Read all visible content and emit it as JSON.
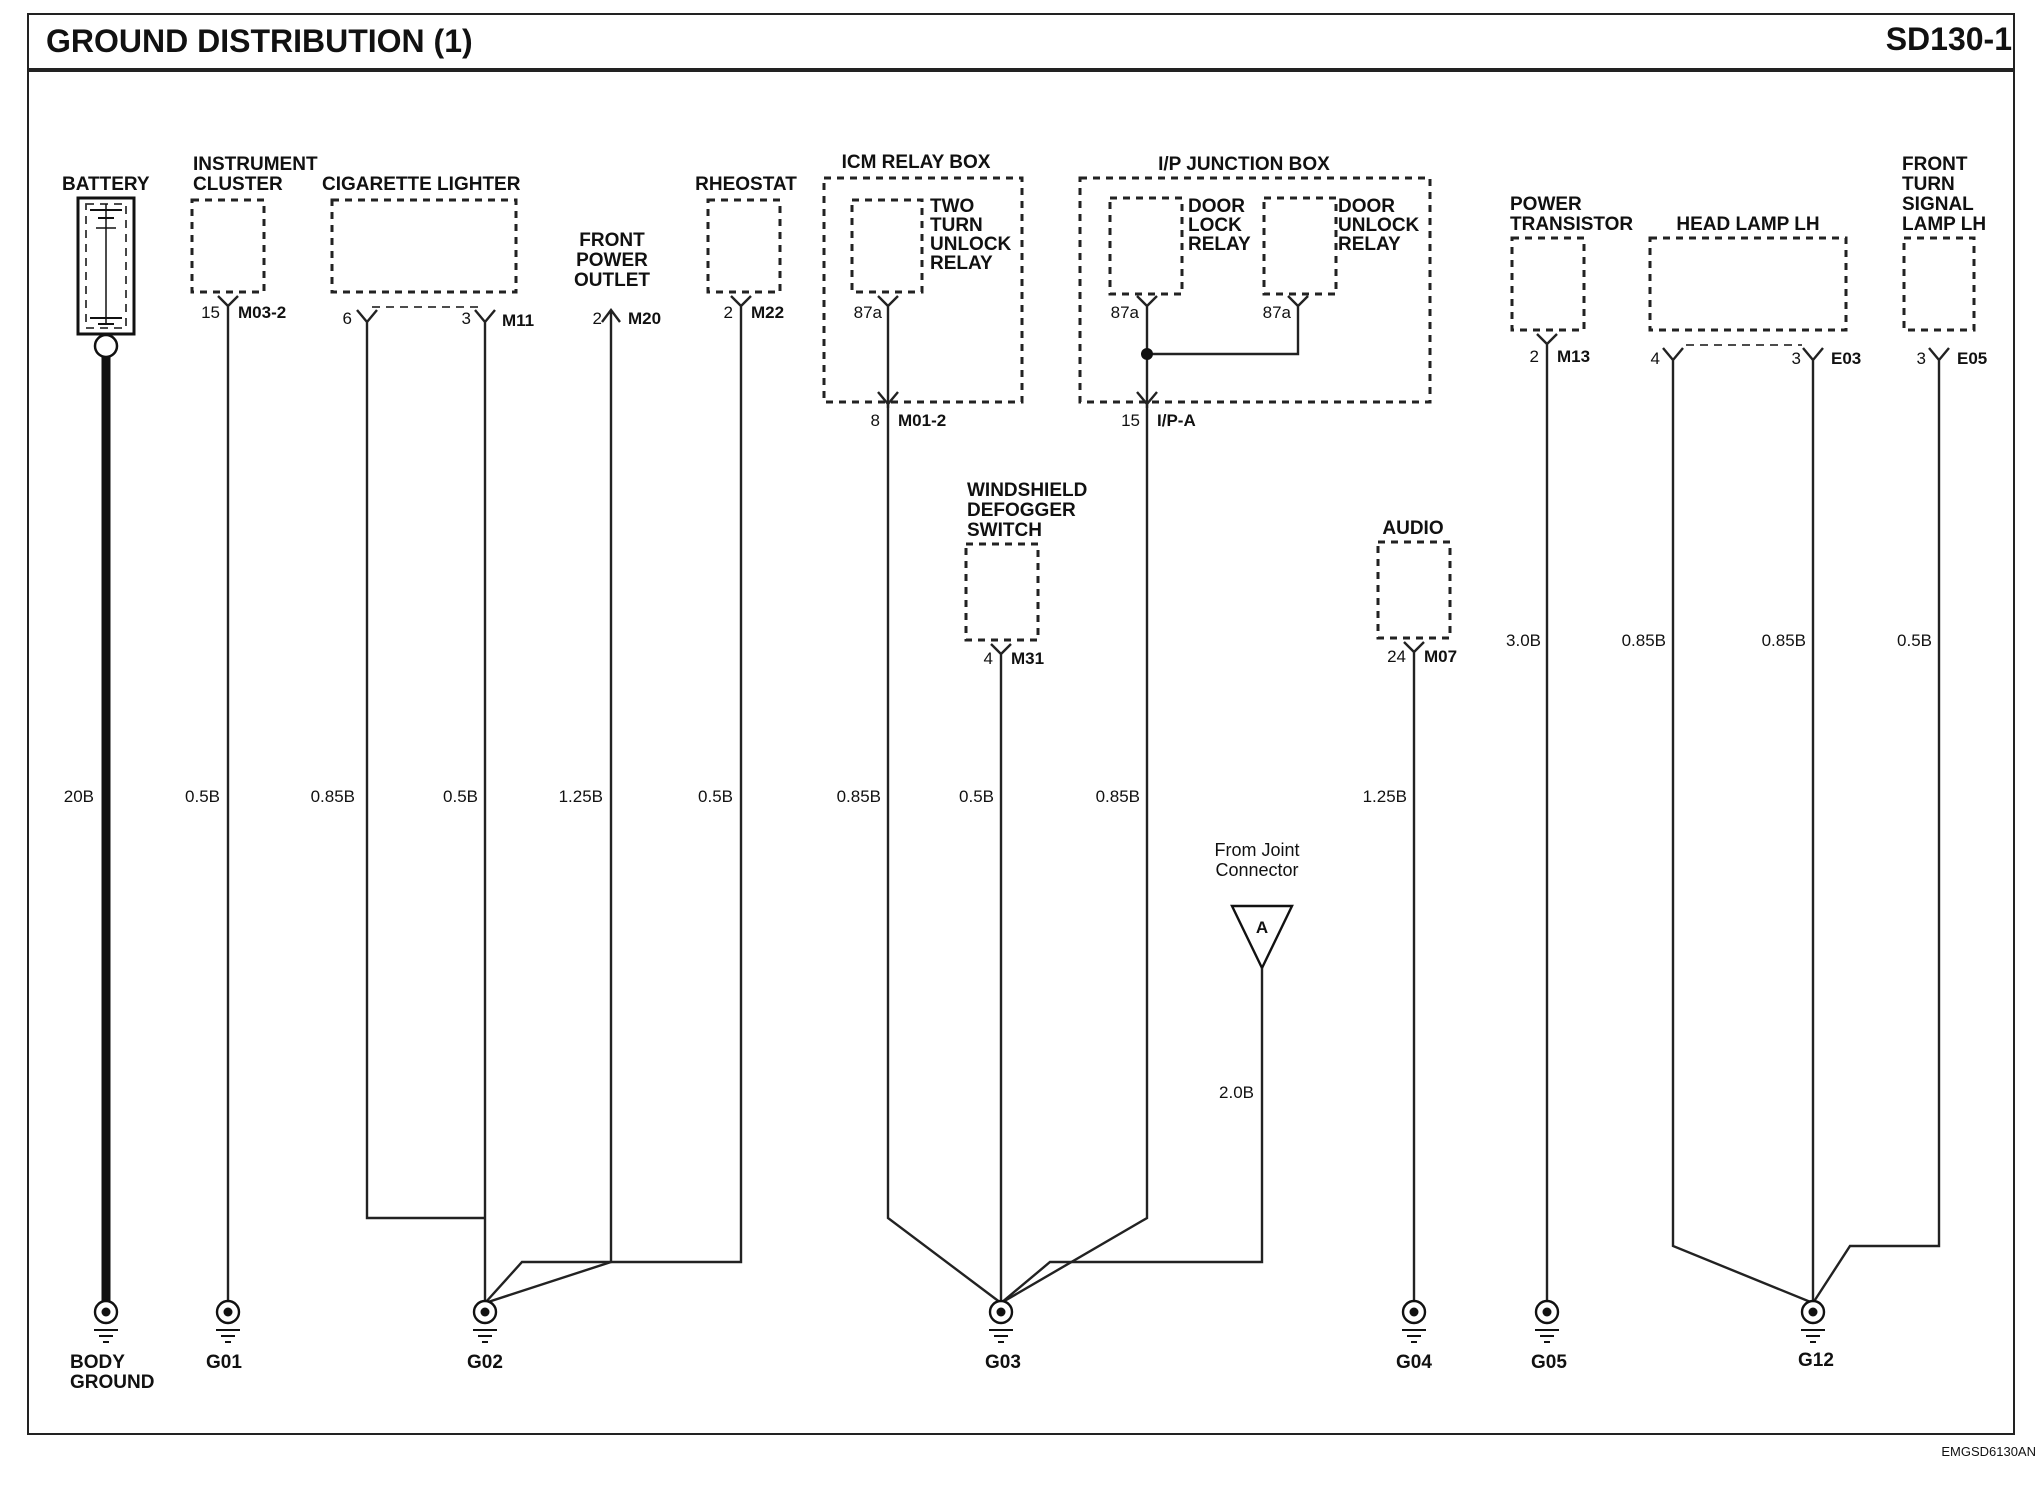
{
  "header": {
    "title": "GROUND DISTRIBUTION (1)",
    "page_code": "SD130-1"
  },
  "footer": {
    "ref_code": "EMGSD6130AN"
  },
  "components": {
    "battery": "BATTERY",
    "instrument_cluster": [
      "INSTRUMENT",
      "CLUSTER"
    ],
    "cigarette_lighter": "CIGARETTE LIGHTER",
    "front_power_outlet": [
      "FRONT",
      "POWER",
      "OUTLET"
    ],
    "rheostat": "RHEOSTAT",
    "icm_relay_box": "ICM RELAY BOX",
    "two_turn_unlock_relay": [
      "TWO",
      "TURN",
      "UNLOCK",
      "RELAY"
    ],
    "ip_junction_box": "I/P JUNCTION BOX",
    "door_lock_relay": [
      "DOOR",
      "LOCK",
      "RELAY"
    ],
    "door_unlock_relay": [
      "DOOR",
      "UNLOCK",
      "RELAY"
    ],
    "windshield_defogger_switch": [
      "WINDSHIELD",
      "DEFOGGER",
      "SWITCH"
    ],
    "audio": "AUDIO",
    "power_transistor": [
      "POWER",
      "TRANSISTOR"
    ],
    "head_lamp_lh": "HEAD LAMP LH",
    "front_turn_signal_lamp_lh": [
      "FRONT",
      "TURN",
      "SIGNAL",
      "LAMP LH"
    ],
    "joint_connector": [
      "From Joint",
      "Connector"
    ],
    "joint_letter": "A"
  },
  "connectors": {
    "instrument_cluster": {
      "pin": "15",
      "id": "M03-2"
    },
    "cig_left": {
      "pin": "6"
    },
    "cig_right": {
      "pin": "3",
      "id": "M11"
    },
    "front_power_outlet": {
      "pin": "2",
      "id": "M20"
    },
    "rheostat": {
      "pin": "2",
      "id": "M22"
    },
    "two_turn_unlock_relay": {
      "pin": "87a"
    },
    "icm_relay_box": {
      "pin": "8",
      "id": "M01-2"
    },
    "door_lock_relay": {
      "pin": "87a"
    },
    "door_unlock_relay": {
      "pin": "87a"
    },
    "ip_junction_box": {
      "pin": "15",
      "id": "I/P-A"
    },
    "windshield_defogger_switch": {
      "pin": "4",
      "id": "M31"
    },
    "audio": {
      "pin": "24",
      "id": "M07"
    },
    "power_transistor": {
      "pin": "2",
      "id": "M13"
    },
    "head_lamp_left": {
      "pin": "4"
    },
    "head_lamp_right": {
      "pin": "3",
      "id": "E03"
    },
    "front_turn_signal": {
      "pin": "3",
      "id": "E05"
    }
  },
  "wires": {
    "battery": "20B",
    "instrument_cluster": "0.5B",
    "cig_left": "0.85B",
    "cig_right": "0.5B",
    "front_power_outlet": "1.25B",
    "rheostat": "0.5B",
    "icm_relay_box": "0.85B",
    "windshield_defogger": "0.5B",
    "ip_junction_box": "0.85B",
    "joint_connector": "2.0B",
    "audio": "1.25B",
    "power_transistor": "3.0B",
    "head_lamp_left": "0.85B",
    "head_lamp_right": "0.85B",
    "front_turn_signal": "0.5B"
  },
  "grounds": {
    "body": [
      "BODY",
      "GROUND"
    ],
    "g01": "G01",
    "g02": "G02",
    "g03": "G03",
    "g04": "G04",
    "g05": "G05",
    "g12": "G12"
  }
}
